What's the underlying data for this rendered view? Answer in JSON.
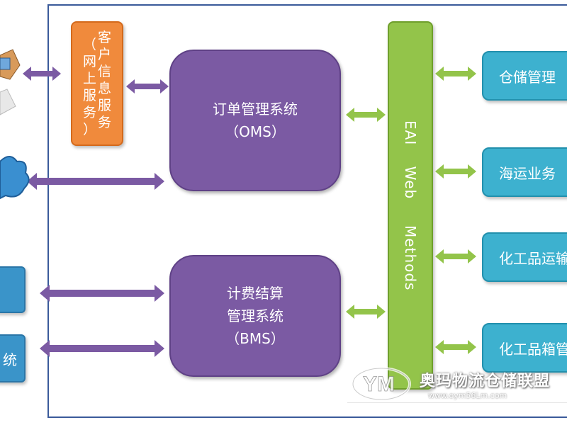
{
  "diagram": {
    "customer_service": {
      "label_main": [
        "客",
        "户",
        "信",
        "息",
        "服",
        "务"
      ],
      "label_paren": [
        "（",
        "网",
        "上",
        "服",
        "务",
        "）"
      ]
    },
    "oms": {
      "line1": "订单管理系统",
      "line2": "（OMS）"
    },
    "bms": {
      "line1": "计费结算",
      "line2": "管理系统",
      "line3": "（BMS）"
    },
    "eai": {
      "label": "EAI    Web     Methods"
    },
    "right_systems": [
      {
        "label": "仓储管理"
      },
      {
        "label": "海运业务"
      },
      {
        "label": "化工品运输"
      },
      {
        "label": "化工品箱管"
      }
    ],
    "left_boxes": [
      {
        "label": ""
      },
      {
        "label": "统"
      }
    ],
    "watermark": {
      "text": "奥玛物流仓储联盟",
      "url": "www.oym56Lm.com"
    },
    "colors": {
      "purple": "#7b5aa3",
      "orange": "#f08a3c",
      "green": "#93c44a",
      "teal": "#3db1cf",
      "blue": "#3a94c9"
    }
  }
}
